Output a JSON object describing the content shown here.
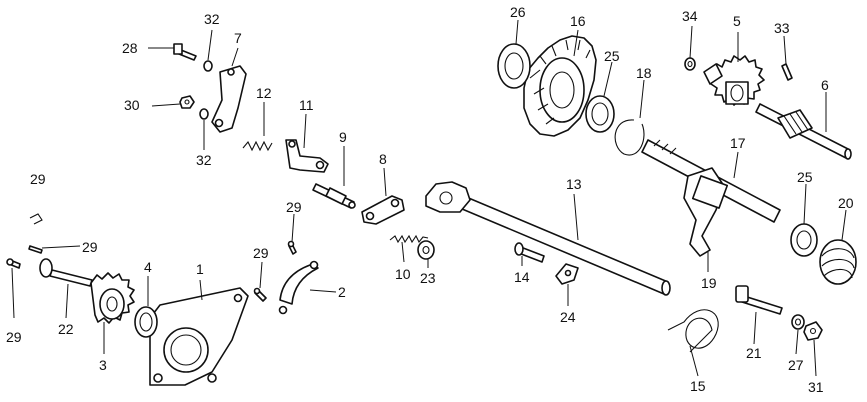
{
  "labels": {
    "l1": "1",
    "l2": "2",
    "l3": "3",
    "l4": "4",
    "l5": "5",
    "l6": "6",
    "l7": "7",
    "l8": "8",
    "l9": "9",
    "l10": "10",
    "l11": "11",
    "l12": "12",
    "l13": "13",
    "l14": "14",
    "l15": "15",
    "l16": "16",
    "l17": "17",
    "l18": "18",
    "l19": "19",
    "l20": "20",
    "l21": "21",
    "l22": "22",
    "l23": "23",
    "l24": "24",
    "l25a": "25",
    "l25b": "25",
    "l26": "26",
    "l27": "27",
    "l28": "28",
    "l29a": "29",
    "l29b": "29",
    "l29c": "29",
    "l29d": "29",
    "l29e": "29",
    "l30": "30",
    "l31": "31",
    "l32a": "32",
    "l32b": "32",
    "l33": "33",
    "l34": "34"
  }
}
